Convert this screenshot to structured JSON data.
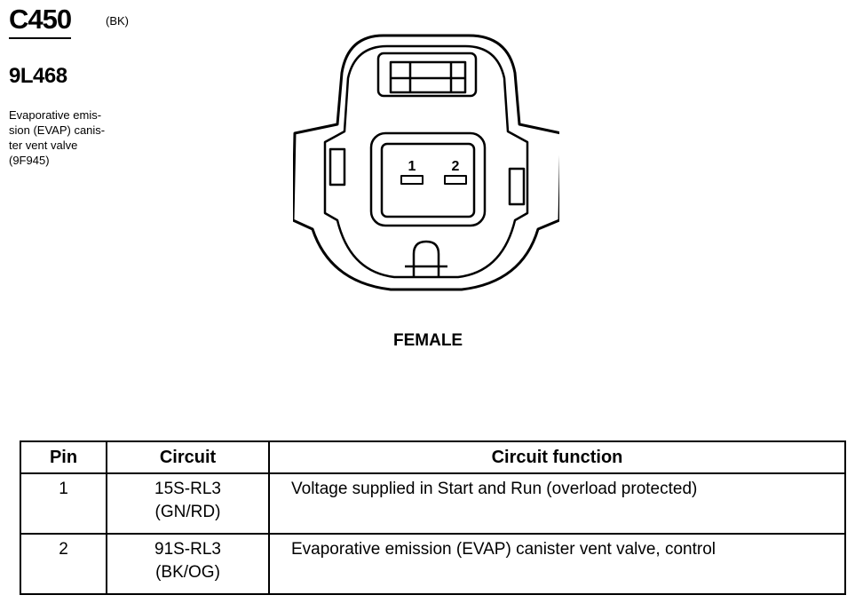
{
  "connector": {
    "id": "C450",
    "color_code": "(BK)",
    "part_number": "9L468",
    "description_lines": [
      "Evaporative emis-",
      "sion (EVAP) canis-",
      "ter vent valve",
      "(9F945)"
    ],
    "gender": "FEMALE",
    "pin_labels": [
      "1",
      "2"
    ]
  },
  "table": {
    "headers": {
      "pin": "Pin",
      "circuit": "Circuit",
      "function": "Circuit function"
    },
    "rows": [
      {
        "pin": "1",
        "circuit": "15S-RL3",
        "wire_color": "(GN/RD)",
        "function": "Voltage supplied in Start and Run (overload protected)"
      },
      {
        "pin": "2",
        "circuit": "91S-RL3",
        "wire_color": "(BK/OG)",
        "function": "Evaporative emission (EVAP) canister vent valve, control"
      }
    ]
  }
}
